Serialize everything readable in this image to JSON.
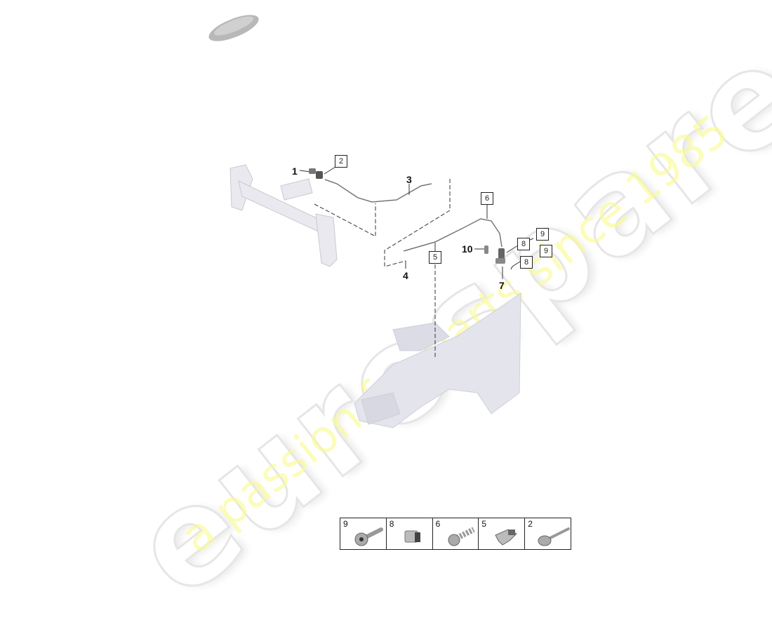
{
  "watermark": {
    "brand": "eurospares",
    "tagline": "a passion for parts since 1985"
  },
  "diagram": {
    "thumbnail": "car-silhouette-thumbnail",
    "callouts_plain": [
      {
        "id": "1",
        "label": "1"
      },
      {
        "id": "3",
        "label": "3"
      },
      {
        "id": "4",
        "label": "4"
      },
      {
        "id": "7",
        "label": "7"
      },
      {
        "id": "10",
        "label": "10"
      }
    ],
    "callouts_boxed": [
      {
        "id": "2",
        "label": "2"
      },
      {
        "id": "5",
        "label": "5"
      },
      {
        "id": "6",
        "label": "6"
      },
      {
        "id": "8a",
        "label": "8"
      },
      {
        "id": "8b",
        "label": "8"
      },
      {
        "id": "9a",
        "label": "9"
      },
      {
        "id": "9b",
        "label": "9"
      }
    ]
  },
  "legend": {
    "items": [
      {
        "number": "9",
        "icon": "torx-bolt-icon"
      },
      {
        "number": "8",
        "icon": "clip-nut-icon"
      },
      {
        "number": "6",
        "icon": "screw-icon"
      },
      {
        "number": "5",
        "icon": "cable-clip-icon"
      },
      {
        "number": "2",
        "icon": "long-bolt-icon"
      }
    ]
  }
}
